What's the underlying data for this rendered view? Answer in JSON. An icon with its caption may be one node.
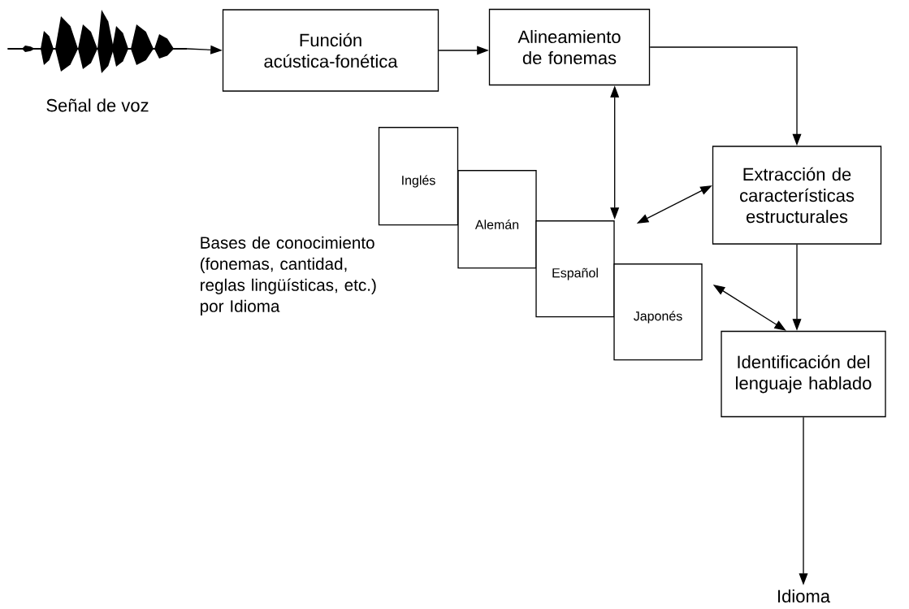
{
  "diagram": {
    "nodes": [
      {
        "text": [],
        "shape": "picture",
        "beside": [
          "Señal de voz"
        ]
      },
      {
        "text": [
          "Función acústica-fonética"
        ]
      },
      {
        "text": [
          "Alineamiento de fonemas"
        ]
      },
      {
        "text": [
          "Inglés"
        ]
      },
      {
        "text": [
          "Alemán"
        ]
      },
      {
        "text": [
          "Español"
        ]
      },
      {
        "text": [
          "Japonés"
        ]
      },
      {
        "text": [
          "Extracción de características estructurales"
        ]
      },
      {
        "text": [
          "Identificación del lenguaje hablado"
        ]
      },
      {
        "text": [
          "Idioma"
        ]
      }
    ],
    "edges": [
      {
        "from": 0,
        "to": 1,
        "arrow": "to"
      },
      {
        "from": 1,
        "to": 2,
        "arrow": "to"
      },
      {
        "from": 2,
        "to": 7,
        "arrow": "to"
      },
      {
        "from": 2,
        "to": 5,
        "arrow": "both"
      },
      {
        "from": 7,
        "to": 5,
        "arrow": "both"
      },
      {
        "from": 6,
        "to": 8,
        "arrow": "both"
      },
      {
        "from": 7,
        "to": 8,
        "arrow": "to"
      },
      {
        "from": 8,
        "to": 9,
        "arrow": "to"
      }
    ],
    "labels": [
      "Bases de conocimiento (fonemas, cantidad, reglas lingüísticas, etc.) por Idioma"
    ]
  }
}
